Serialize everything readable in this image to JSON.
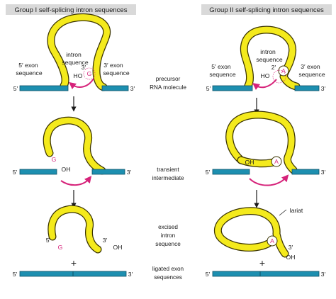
{
  "headers": {
    "group1": "Group I self-splicing intron sequences",
    "group2": "Group II self-splicing intron sequences"
  },
  "stage_labels": {
    "precursor_1": "precursor",
    "precursor_2": "RNA molecule",
    "transient_1": "transient",
    "transient_2": "intermediate",
    "excised_1": "excised",
    "excised_2": "intron",
    "excised_3": "sequence",
    "ligated_1": "ligated exon",
    "ligated_2": "sequences"
  },
  "g1": {
    "exon5_l1": "5′ exon",
    "exon5_l2": "sequence",
    "exon3_l1": "3′ exon",
    "exon3_l2": "sequence",
    "intron_l1": "intron",
    "intron_l2": "sequence",
    "end5": "5′",
    "end3": "3′",
    "ho": "HO",
    "g": "G",
    "oh": "OH",
    "plus": "+"
  },
  "g2": {
    "exon5_l1": "5′ exon",
    "exon5_l2": "sequence",
    "exon3_l1": "3′ exon",
    "exon3_l2": "sequence",
    "intron_l1": "intron",
    "intron_l2": "sequence",
    "two_prime": "2′",
    "ho": "HO",
    "a": "A",
    "end5": "5′",
    "end3": "3′",
    "oh": "OH",
    "lariat": "lariat",
    "plus": "+"
  },
  "colors": {
    "exon": "#1d8fb0",
    "intron": "#f4ea1c",
    "highlight": "#d6237a"
  }
}
